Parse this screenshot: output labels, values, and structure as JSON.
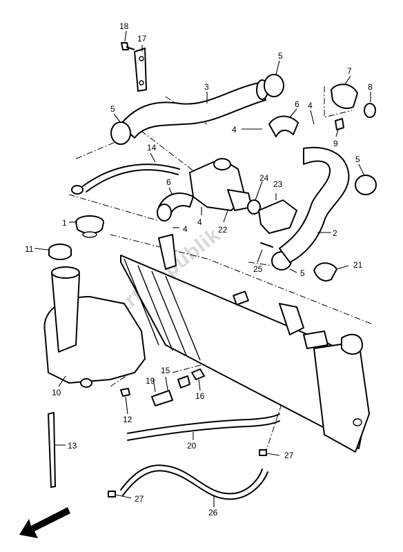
{
  "watermark": "Partsrepublik",
  "callouts": [
    "1",
    "2",
    "3",
    "4",
    "4",
    "4",
    "4",
    "5",
    "5",
    "5",
    "5",
    "5",
    "6",
    "6",
    "7",
    "8",
    "9",
    "10",
    "11",
    "12",
    "13",
    "14",
    "15",
    "16",
    "17",
    "18",
    "19",
    "20",
    "21",
    "22",
    "23",
    "24",
    "25",
    "26",
    "27",
    "27"
  ],
  "colors": {
    "line": "#000000",
    "background": "#ffffff",
    "watermark": "#d8d8d8"
  },
  "icons": {
    "direction_arrow": "front-arrow-icon"
  }
}
